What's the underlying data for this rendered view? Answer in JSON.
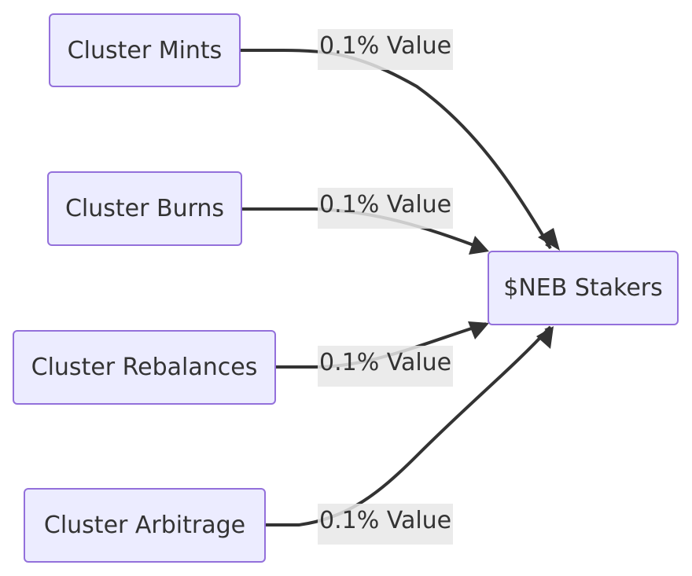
{
  "nodes": {
    "mints": "Cluster Mints",
    "burns": "Cluster Burns",
    "rebalances": "Cluster Rebalances",
    "arbitrage": "Cluster Arbitrage",
    "stakers": "$NEB Stakers"
  },
  "edges": [
    {
      "from": "mints",
      "to": "stakers",
      "label": "0.1% Value"
    },
    {
      "from": "burns",
      "to": "stakers",
      "label": "0.1% Value"
    },
    {
      "from": "rebalances",
      "to": "stakers",
      "label": "0.1% Value"
    },
    {
      "from": "arbitrage",
      "to": "stakers",
      "label": "0.1% Value"
    }
  ],
  "colors": {
    "node_fill": "#ececff",
    "node_border": "#9370db",
    "edge": "#333333",
    "label_bg": "#e8e8e8"
  }
}
